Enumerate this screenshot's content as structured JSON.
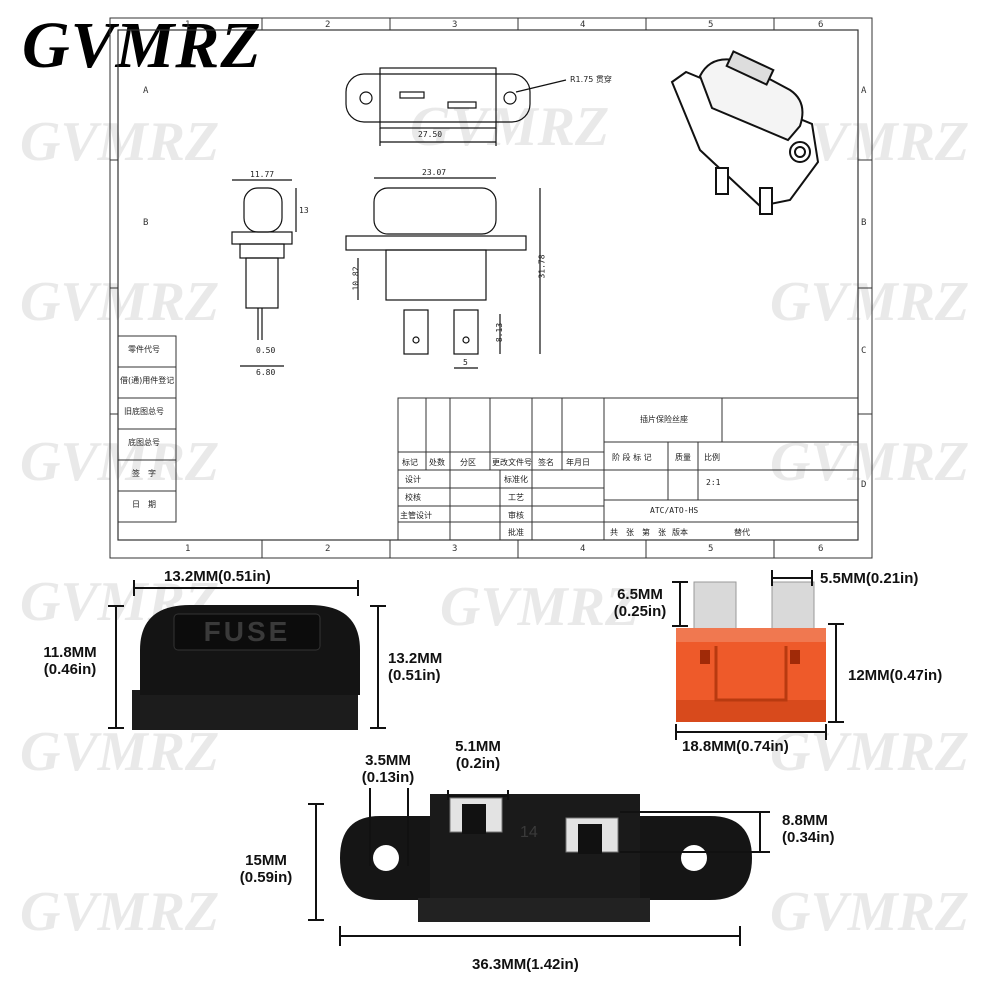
{
  "brand": "GVMRZ",
  "watermark": "GVMRZ",
  "drawing": {
    "grid_numbers": [
      "1",
      "2",
      "3",
      "4",
      "5",
      "6"
    ],
    "grid_letters": [
      "A",
      "B",
      "C",
      "D"
    ],
    "top_view": {
      "width": "27.50",
      "note": "R1.75 贯穿"
    },
    "side_view": {
      "width": "11.77",
      "height": "13",
      "pin_thickness": "0.50",
      "pin_spacing": "6.80"
    },
    "front_view": {
      "width": "23.07",
      "height": "31.78",
      "d1": "8.13",
      "d2": "5",
      "d3": "10.82"
    },
    "left_labels": [
      "零件代号",
      "借(通)用件登记",
      "旧底图总号",
      "底图总号",
      "签　字",
      "日　期"
    ],
    "title_block": {
      "part_name": "插片保险丝座",
      "header": [
        "标记",
        "处数",
        "分区",
        "更改文件号",
        "签名",
        "年月日"
      ],
      "rows": [
        "设计",
        "校核",
        "主管设计"
      ],
      "mid": [
        "标准化",
        "工艺",
        "审核",
        "批准"
      ],
      "stage_label": "阶 段 标 记",
      "weight_label": "质量",
      "scale_label": "比例",
      "scale_value": "2:1",
      "model": "ATC/ATO-HS",
      "footer": [
        "共　张　第　张",
        "版本",
        "替代"
      ]
    }
  },
  "cap": {
    "label": "FUSE",
    "width": "13.2MM(0.51in)",
    "height_left": [
      "11.8MM",
      "(0.46in)"
    ],
    "height_right": [
      "13.2MM",
      "(0.51in)"
    ]
  },
  "fuse": {
    "blade_height": [
      "6.5MM",
      "(0.25in)"
    ],
    "blade_width": "5.5MM(0.21in)",
    "body_height": "12MM(0.47in)",
    "width": "18.8MM(0.74in)"
  },
  "holder": {
    "hole": [
      "3.5MM",
      "(0.13in)"
    ],
    "terminal": [
      "5.1MM",
      "(0.2in)"
    ],
    "terminal_height": [
      "8.8MM",
      "(0.34in)"
    ],
    "height": [
      "15MM",
      "(0.59in)"
    ],
    "length": "36.3MM(1.42in)",
    "number": "14"
  },
  "colors": {
    "fuse_body": "#ee5a2a",
    "blade": "#d9d9d9",
    "plastic": "#141414"
  }
}
